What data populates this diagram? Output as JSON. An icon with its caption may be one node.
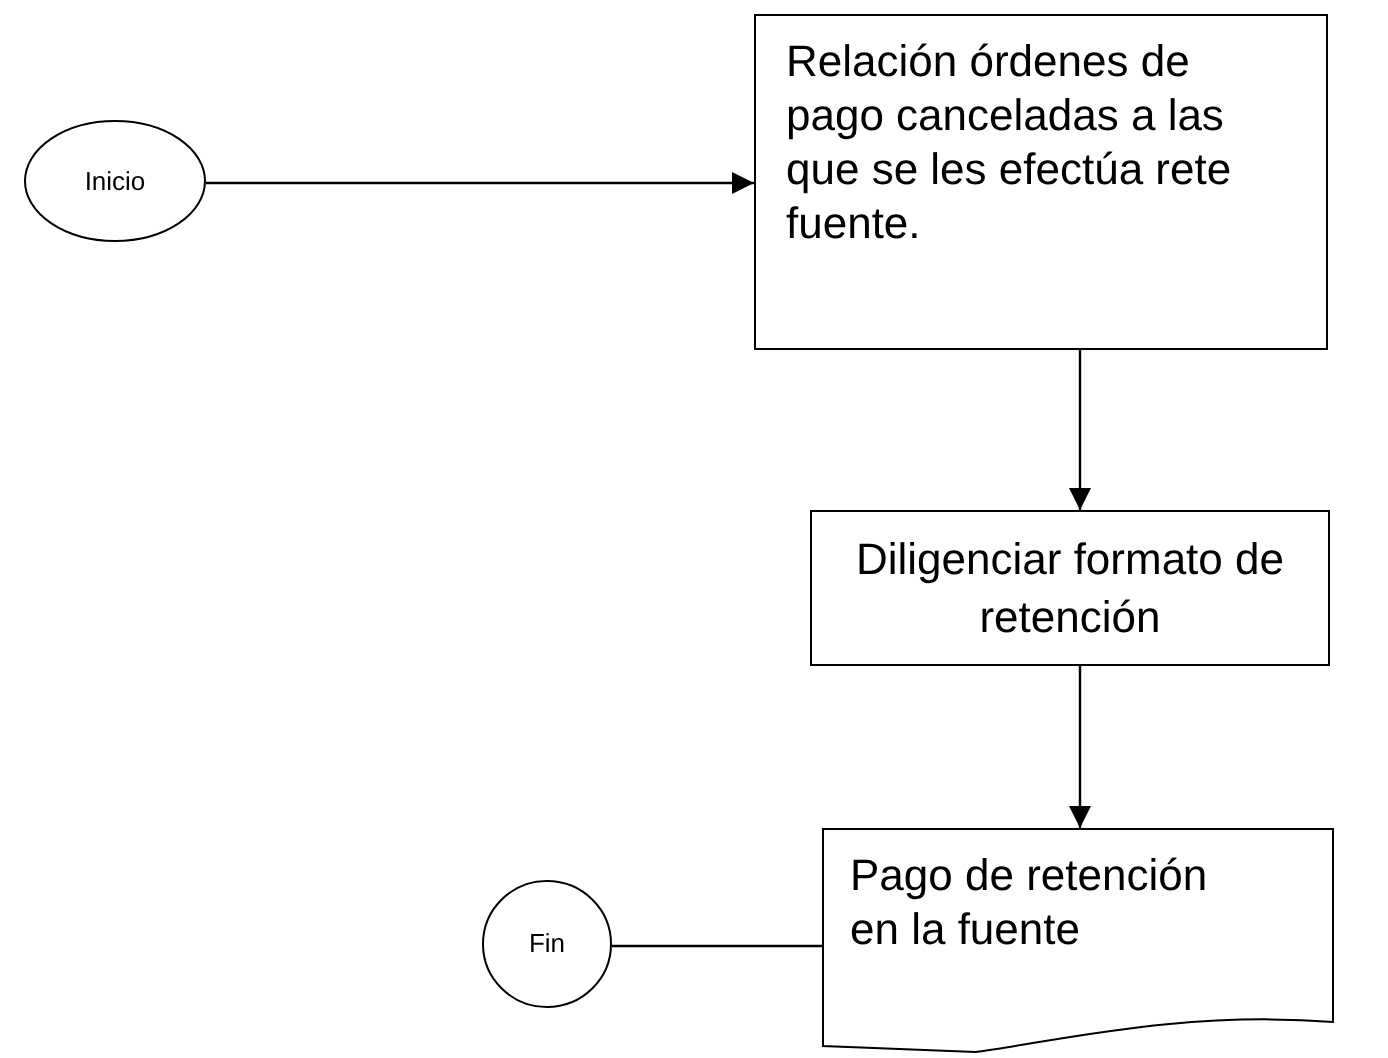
{
  "diagram": {
    "nodes": [
      {
        "text": [
          "Inicio"
        ]
      },
      {
        "text": [
          "Relación órdenes de pago canceladas a las que se les efectúa rete fuente."
        ]
      },
      {
        "text": [
          "Diligenciar formato de retención"
        ]
      },
      {
        "text": [
          "Pago de retención en la fuente"
        ]
      },
      {
        "text": [
          "Fin"
        ]
      }
    ],
    "edges": [
      {
        "from": 0,
        "to": 1,
        "arrow": "to"
      },
      {
        "from": 1,
        "to": 2,
        "arrow": "to"
      },
      {
        "from": 2,
        "to": 3,
        "arrow": "to"
      },
      {
        "from": 4,
        "to": 3,
        "arrow": "none"
      }
    ]
  }
}
